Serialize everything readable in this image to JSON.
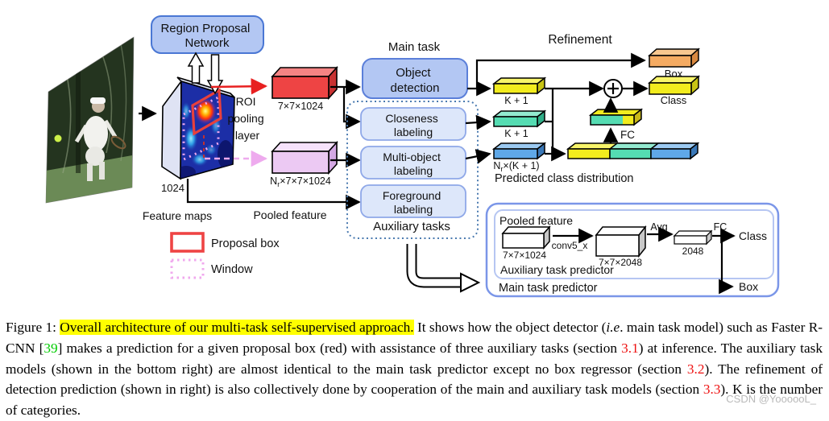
{
  "colors": {
    "accent_yellow": "#f2ec1e",
    "accent_teal": "#55dcb2",
    "accent_blue": "#5fa8e8",
    "accent_orange": "#f5ab62",
    "proposal_red": "#e8403c",
    "window_pink": "#f0a8ee",
    "pooled_red": "#ee4444",
    "pooled_pink": "#ecc9f3",
    "rpn_fill": "#b3c7f3",
    "rpn_stroke": "#4a77d4",
    "aux_fill": "#dde7fa",
    "aux_stroke": "#8fa8e8",
    "aux_container_stroke": "#4a7ab0",
    "predictor_outer_stroke": "#7b96e8",
    "predictor_inner_stroke": "#b6c6f2",
    "highlight_yellow": "#ffff00",
    "citation_green": "#00cc00",
    "section_red": "#ee1111",
    "watermark_gray": "#b9b9b9"
  },
  "diagram": {
    "rpn_line1": "Region Proposal",
    "rpn_line2": "Network",
    "roi_line1": "ROI",
    "roi_line2": "pooling",
    "roi_line3": "layer",
    "dim_1024": "1024",
    "feature_maps": "Feature maps",
    "pooled_feature": "Pooled feature",
    "red_box_dim": "7×7×1024",
    "pink_box_dim_prefix": "N",
    "pink_box_dim_sub": "r",
    "pink_box_dim_rest": "×7×7×1024",
    "main_task": "Main task",
    "od_line1": "Object",
    "od_line2": "detection",
    "closeness_line1": "Closeness",
    "closeness_line2": "labeling",
    "multi_line1": "Multi-object",
    "multi_line2": "labeling",
    "fg_line1": "Foreground",
    "fg_line2": "labeling",
    "auxiliary_tasks": "Auxiliary tasks",
    "refinement": "Refinement",
    "box_out": "Box",
    "class_out": "Class",
    "k1_a": "K + 1",
    "k1_b": "K + 1",
    "nrk1_prefix": "N",
    "nrk1_sub": "r",
    "nrk1_rest": "×(K + 1)",
    "fc": "FC",
    "predicted": "Predicted class distribution",
    "legend_proposal": "Proposal box",
    "legend_window": "Window"
  },
  "predictor": {
    "pooled_feature": "Pooled feature",
    "dim_in": "7×7×1024",
    "conv": "conv5_x",
    "dim_mid": "7×7×2048",
    "avg": "Avg",
    "dim_vec": "2048",
    "fc": "FC",
    "class_out": "Class",
    "box_out": "Box",
    "aux_label": "Auxiliary task predictor",
    "main_label": "Main task predictor"
  },
  "caption": {
    "segments": [
      {
        "text": "Figure 1: ",
        "style": "normal"
      },
      {
        "text": "Overall architecture of our multi-task self-supervised approach.",
        "style": "highlight"
      },
      {
        "text": " It shows how the object detector (",
        "style": "normal"
      },
      {
        "text": "i.e",
        "style": "italic"
      },
      {
        "text": ". main task model) such as Faster R-CNN [",
        "style": "normal"
      },
      {
        "text": "39",
        "style": "citation-green"
      },
      {
        "text": "] makes a prediction for a given proposal box (red) with assistance of three auxiliary tasks (section ",
        "style": "normal"
      },
      {
        "text": "3.1",
        "style": "section-red"
      },
      {
        "text": ") at inference. The auxiliary task models (shown in the bottom right) are almost identical to the main task predictor except no box regressor (section ",
        "style": "normal"
      },
      {
        "text": "3.2",
        "style": "section-red"
      },
      {
        "text": "). The refinement of detection prediction (shown in right) is also collectively done by cooperation of the main and auxiliary task models (section ",
        "style": "normal"
      },
      {
        "text": "3.3",
        "style": "section-red"
      },
      {
        "text": "). K is the number of categories.",
        "style": "normal"
      }
    ]
  },
  "watermark": "CSDN @YoooooL_"
}
